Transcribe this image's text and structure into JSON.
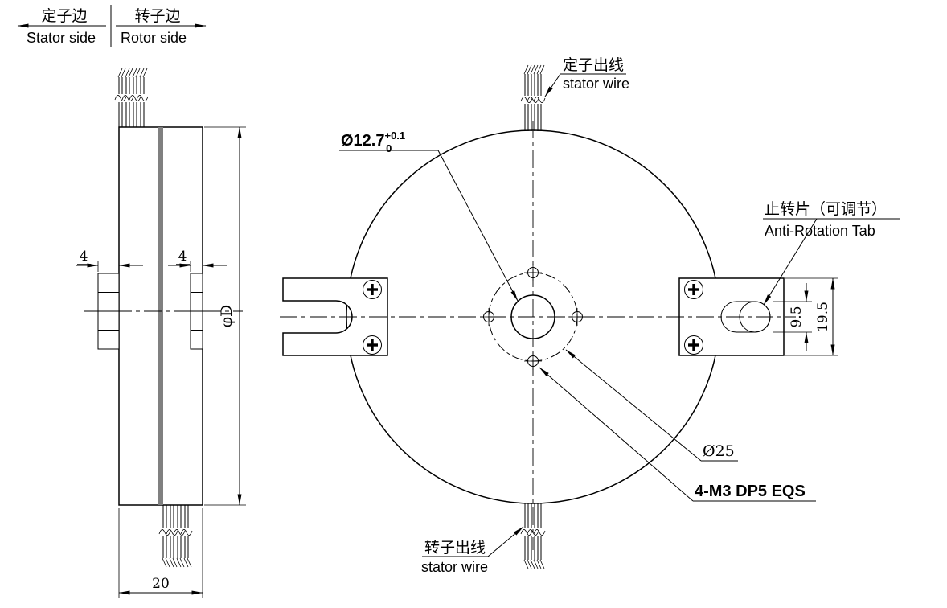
{
  "drawing": {
    "side_view": {
      "stator_side": {
        "cn": "定子边",
        "en": "Stator side"
      },
      "rotor_side": {
        "cn": "转子边",
        "en": "Rotor side"
      },
      "dim_ring_left": "4",
      "dim_ring_right": "4",
      "dim_outer_diameter": "φD",
      "dim_thickness": "20"
    },
    "front_view": {
      "top_wire": {
        "cn": "定子出线",
        "en": "stator wire"
      },
      "bottom_wire": {
        "cn": "转子出线",
        "en": "stator wire"
      },
      "center_bore": {
        "dim": "Ø12.7",
        "tol_upper": "+0.1",
        "tol_lower": "0"
      },
      "bolt_circle_dim": "Ø25",
      "mount_holes_spec": "4-M3 DP5 EQS",
      "anti_rotation_tab": {
        "cn": "止转片（可调节）",
        "en": "Anti-Rotation Tab"
      },
      "dim_slot": "9.5",
      "dim_tab": "19.5"
    }
  }
}
